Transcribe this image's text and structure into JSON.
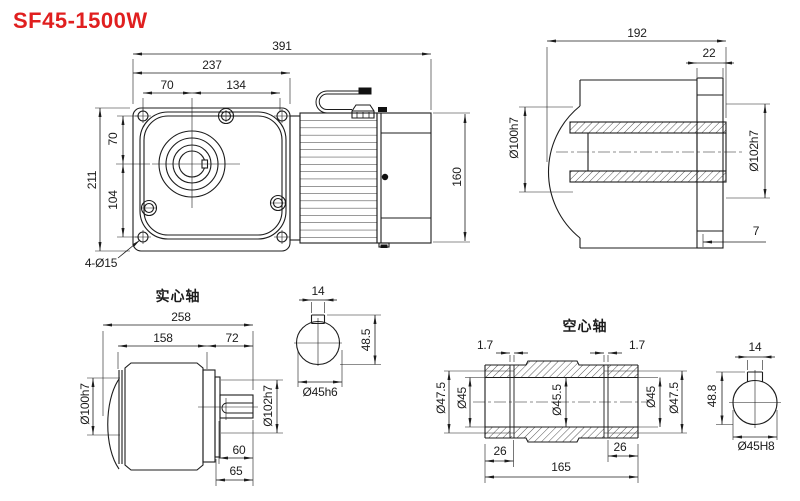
{
  "title": "SF45-1500W",
  "colors": {
    "accent": "#e01f1f",
    "line": "#1c1c1c"
  },
  "views": {
    "front": {
      "dims": {
        "total_length": "391",
        "gearbox_length": "237",
        "left_span": "70",
        "right_span": "134",
        "flange_height": "211",
        "center_offset_top": "70",
        "center_offset_bottom": "104",
        "motor_height": "160",
        "mounting_holes": "4-Ø15"
      }
    },
    "hollow_section": {
      "dims": {
        "total_length": "192",
        "flange_thickness": "22",
        "left_pilot": "Ø100h7",
        "right_pilot": "Ø102h7",
        "shaft_protrusion": "7"
      }
    },
    "solid_shaft": {
      "title": "实心轴",
      "dims": {
        "total_length": "258",
        "body_length": "158",
        "shaft_section": "72",
        "left_pilot": "Ø100h7",
        "right_pilot": "Ø102h7",
        "shaft_length": "60",
        "shaft_full_length": "65"
      },
      "shaft_end": {
        "key_width": "14",
        "key_height": "48.5",
        "diameter": "Ø45h6"
      }
    },
    "hollow_shaft": {
      "title": "空心轴",
      "dims": {
        "groove_left": "1.7",
        "groove_right": "1.7",
        "groove_dia_left": "Ø47.5",
        "bore_left": "Ø45",
        "bore_middle": "Ø45.5",
        "bore_right": "Ø45",
        "groove_dia_right": "Ø47.5",
        "end_length_left": "26",
        "end_length_right": "26",
        "total_length": "165"
      },
      "shaft_end": {
        "key_width": "14",
        "key_height": "48.8",
        "diameter": "Ø45H8"
      }
    }
  }
}
